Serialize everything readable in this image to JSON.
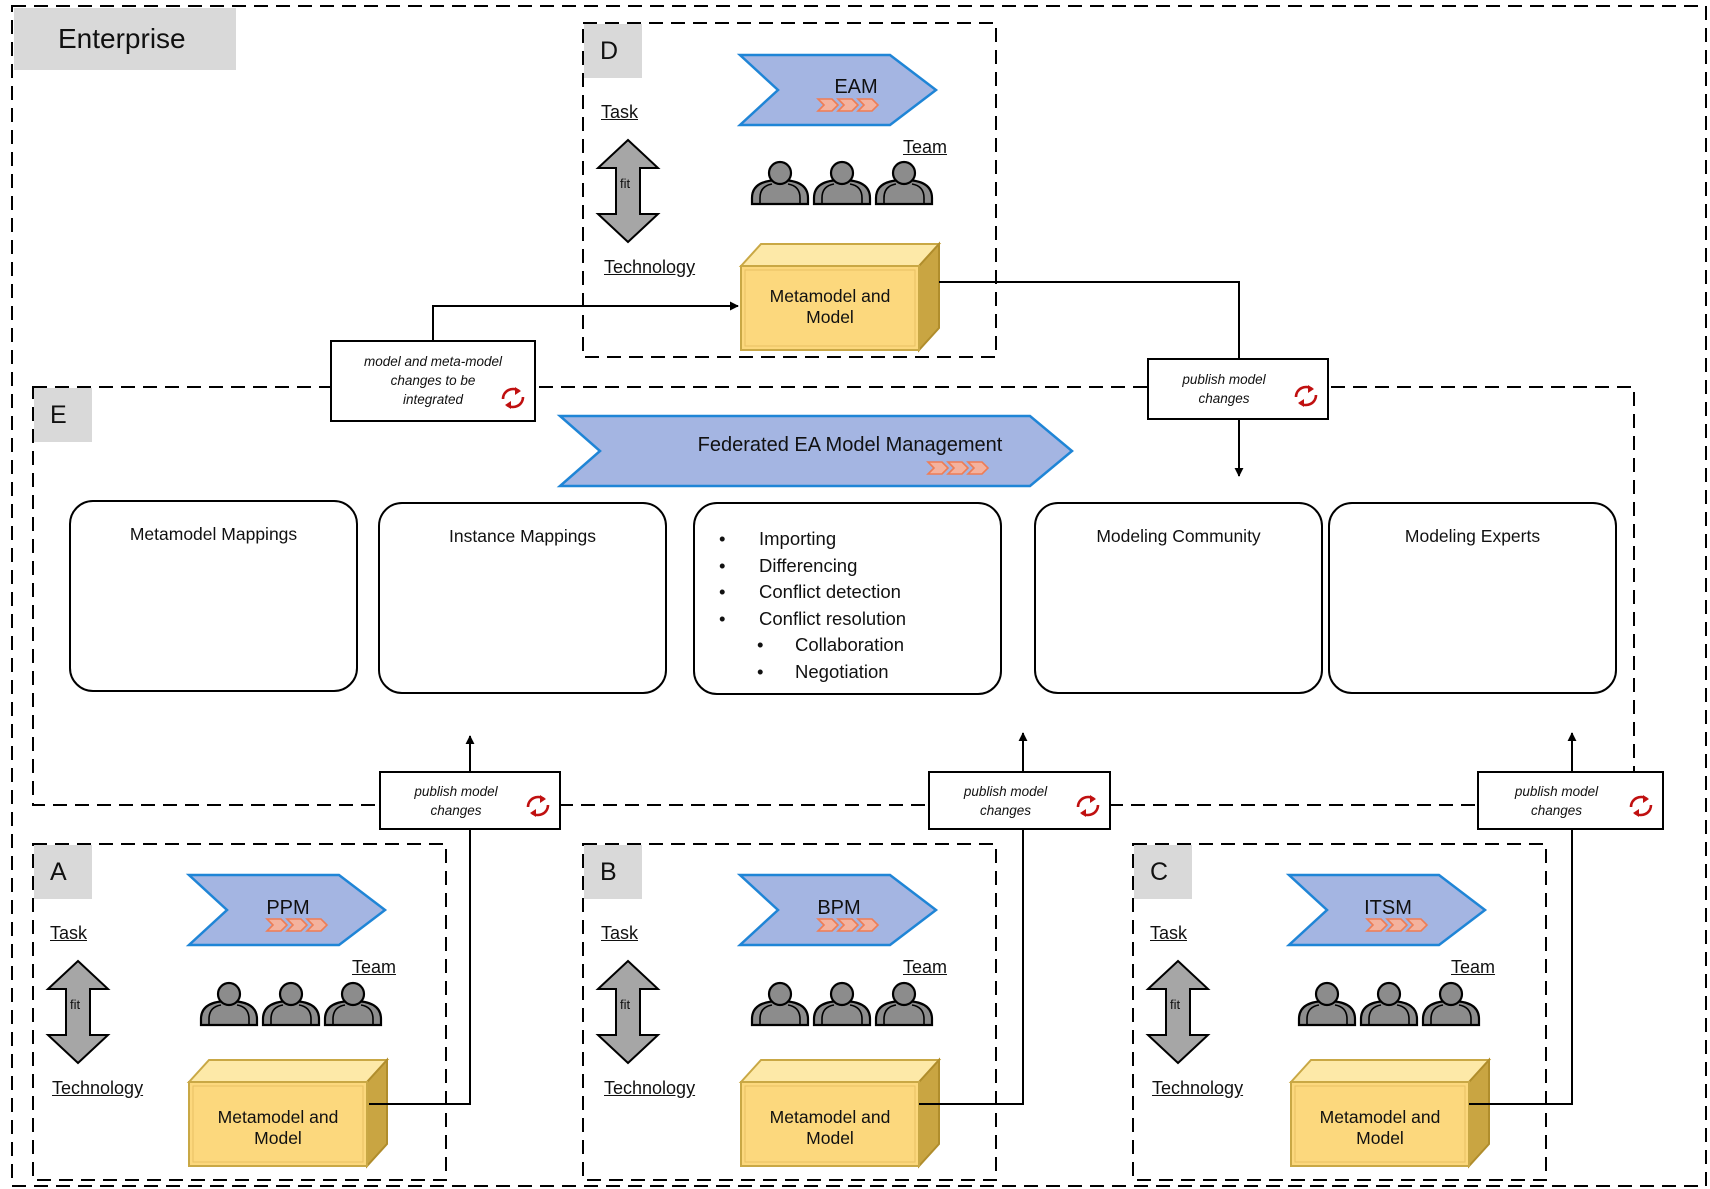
{
  "enterprise": {
    "label": "Enterprise"
  },
  "domain_d": {
    "letter": "D",
    "chevron": "EAM",
    "task": "Task",
    "team": "Team",
    "fit": "fit",
    "technology": "Technology",
    "model_line1": "Metamodel and",
    "model_line2": "Model"
  },
  "domain_a": {
    "letter": "A",
    "chevron": "PPM",
    "task": "Task",
    "team": "Team",
    "fit": "fit",
    "technology": "Technology",
    "model_line1": "Metamodel and",
    "model_line2": "Model"
  },
  "domain_b": {
    "letter": "B",
    "chevron": "BPM",
    "task": "Task",
    "team": "Team",
    "fit": "fit",
    "technology": "Technology",
    "model_line1": "Metamodel and",
    "model_line2": "Model"
  },
  "domain_c": {
    "letter": "C",
    "chevron": "ITSM",
    "task": "Task",
    "team": "Team",
    "fit": "fit",
    "technology": "Technology",
    "model_line1": "Metamodel and",
    "model_line2": "Model"
  },
  "federation": {
    "letter": "E",
    "title": "Federated  EA  Model  Management",
    "panels": {
      "metamodel_mappings": "Metamodel Mappings",
      "instance_mappings": "Instance Mappings",
      "modeling_community": "Modeling Community",
      "modeling_experts": "Modeling Experts"
    },
    "operations": [
      "Importing",
      "Differencing",
      "Conflict detection",
      "Conflict resolution"
    ],
    "resolution_modes": [
      "Collaboration",
      "Negotiation"
    ]
  },
  "notes": {
    "integrate_l1": "model  and  meta-model",
    "integrate_l2": "changes  to  be",
    "integrate_l3": "integrated",
    "publish_l1": "publish  model",
    "publish_l2": "changes"
  },
  "colors": {
    "chevron_fill": "#a4b5e2",
    "chevron_stroke": "#1f85d6",
    "accent_orange": "#ee906f",
    "accent_green": "#9aaf52",
    "cube_fill": "#fcd87d",
    "cube_stroke": "#c9a845",
    "person_grey": "#8c8c8c",
    "person_orange": "#f1ab94",
    "dotted_red": "#c01010",
    "tag_grey": "#d9d9d9"
  }
}
